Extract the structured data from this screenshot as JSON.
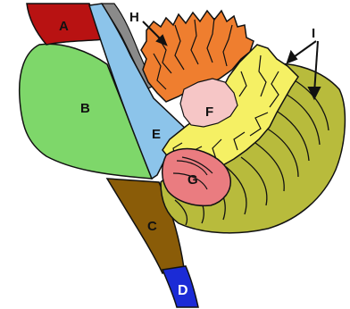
{
  "labels": {
    "A": "A",
    "B": "B",
    "C": "C",
    "D": "D",
    "E": "E",
    "F": "F",
    "G": "G",
    "H": "H",
    "I": "I"
  },
  "colors": {
    "region_a": "#b81212",
    "region_b": "#7ed76a",
    "region_c": "#8a5c08",
    "region_d": "#1b2bd6",
    "region_e": "#8cc4ea",
    "region_f": "#f6c6c6",
    "region_g": "#ea7c80",
    "region_h": "#ef7e2f",
    "region_i_yellow": "#f5f064",
    "region_i_olive": "#b8bb3c",
    "gray_strip": "#8a8a8a",
    "outline": "#111111"
  }
}
